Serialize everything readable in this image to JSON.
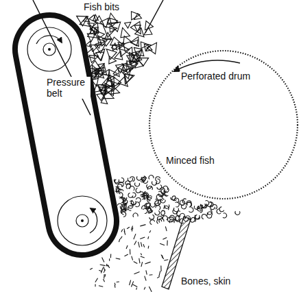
{
  "diagram": {
    "labels": [
      "Fish bits",
      "Perforated drum",
      "Pressure belt",
      "Minced fish",
      "Bones, skin"
    ]
  }
}
